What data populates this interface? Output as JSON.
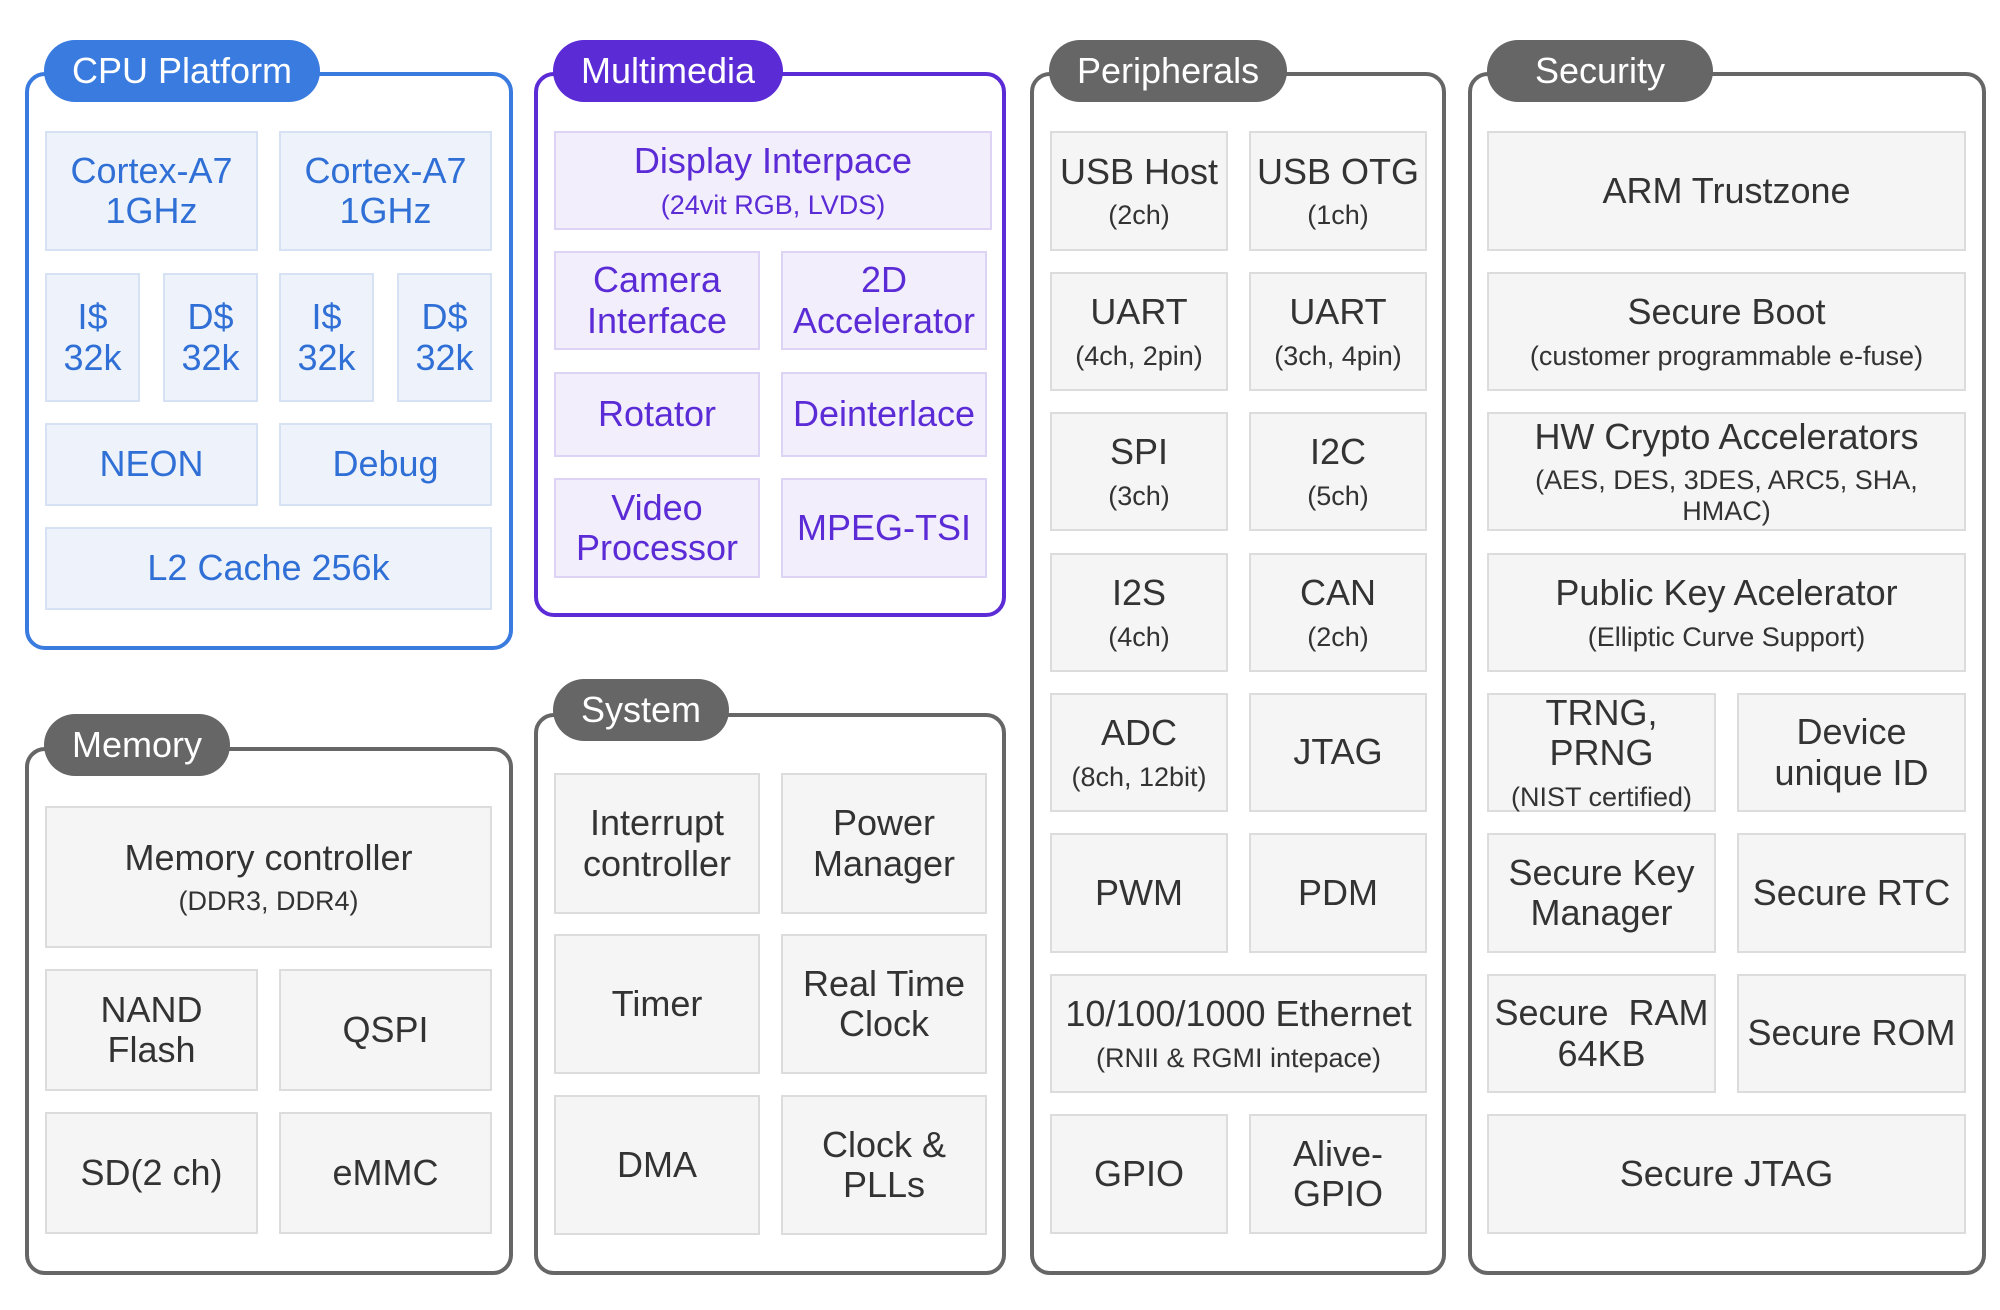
{
  "colors": {
    "cpu_accent": "#3a7be0",
    "multimedia_accent": "#5b2bd6",
    "group_gray": "#666666",
    "block_fill": "#f5f5f5"
  },
  "cpu": {
    "title": "CPU Platform",
    "core1": [
      "Cortex-A7",
      "1GHz"
    ],
    "core2": [
      "Cortex-A7",
      "1GHz"
    ],
    "icache1": [
      "I$",
      "32k"
    ],
    "dcache1": [
      "D$",
      "32k"
    ],
    "icache2": [
      "I$",
      "32k"
    ],
    "dcache2": [
      "D$",
      "32k"
    ],
    "neon": "NEON",
    "debug": "Debug",
    "l2": "L2 Cache 256k"
  },
  "multimedia": {
    "title": "Multimedia",
    "display": {
      "label": "Display Interpace",
      "sub": "(24vit RGB, LVDS)"
    },
    "camera": [
      "Camera",
      "Interface"
    ],
    "accel2d": [
      "2D",
      "Accelerator"
    ],
    "rotator": "Rotator",
    "deinterlace": "Deinterlace",
    "video": [
      "Video",
      "Processor"
    ],
    "mpeg": "MPEG-TSI"
  },
  "memory": {
    "title": "Memory",
    "controller": {
      "label": "Memory controller",
      "sub": "(DDR3, DDR4)"
    },
    "nand": [
      "NAND",
      "Flash"
    ],
    "qspi": "QSPI",
    "sd": "SD(2 ch)",
    "emmc": "eMMC"
  },
  "system": {
    "title": "System",
    "interrupt": [
      "Interrupt",
      "controller"
    ],
    "power": [
      "Power",
      "Manager"
    ],
    "timer": "Timer",
    "rtc": [
      "Real Time",
      "Clock"
    ],
    "dma": "DMA",
    "clock": [
      "Clock &",
      "PLLs"
    ]
  },
  "peripherals": {
    "title": "Peripherals",
    "usb_host": {
      "label": "USB Host",
      "sub": "(2ch)"
    },
    "usb_otg": {
      "label": "USB OTG",
      "sub": "(1ch)"
    },
    "uart1": {
      "label": "UART",
      "sub": "(4ch, 2pin)"
    },
    "uart2": {
      "label": "UART",
      "sub": "(3ch, 4pin)"
    },
    "spi": {
      "label": "SPI",
      "sub": "(3ch)"
    },
    "i2c": {
      "label": "I2C",
      "sub": "(5ch)"
    },
    "i2s": {
      "label": "I2S",
      "sub": "(4ch)"
    },
    "can": {
      "label": "CAN",
      "sub": "(2ch)"
    },
    "adc": {
      "label": "ADC",
      "sub": "(8ch, 12bit)"
    },
    "jtag": "JTAG",
    "pwm": "PWM",
    "pdm": "PDM",
    "ethernet": {
      "label": "10/100/1000 Ethernet",
      "sub": "(RNII & RGMI intepace)"
    },
    "gpio": "GPIO",
    "alive": [
      "Alive-",
      "GPIO"
    ]
  },
  "security": {
    "title": "Security",
    "trustzone": "ARM Trustzone",
    "boot": {
      "label": "Secure Boot",
      "sub": "(customer programmable e-fuse)"
    },
    "crypto": {
      "label": "HW Crypto Accelerators",
      "sub": "(AES, DES, 3DES, ARC5, SHA, HMAC)"
    },
    "pka": {
      "label": "Public Key Acelerator",
      "sub": "(Elliptic Curve Support)"
    },
    "trng": {
      "label": "TRNG, PRNG",
      "sub": "(NIST certified)"
    },
    "uid": [
      "Device",
      "unique ID"
    ],
    "key": [
      "Secure Key",
      "Manager"
    ],
    "rtc": "Secure RTC",
    "ram": [
      "Secure  RAM",
      "64KB"
    ],
    "rom": "Secure ROM",
    "jtag": "Secure JTAG"
  }
}
